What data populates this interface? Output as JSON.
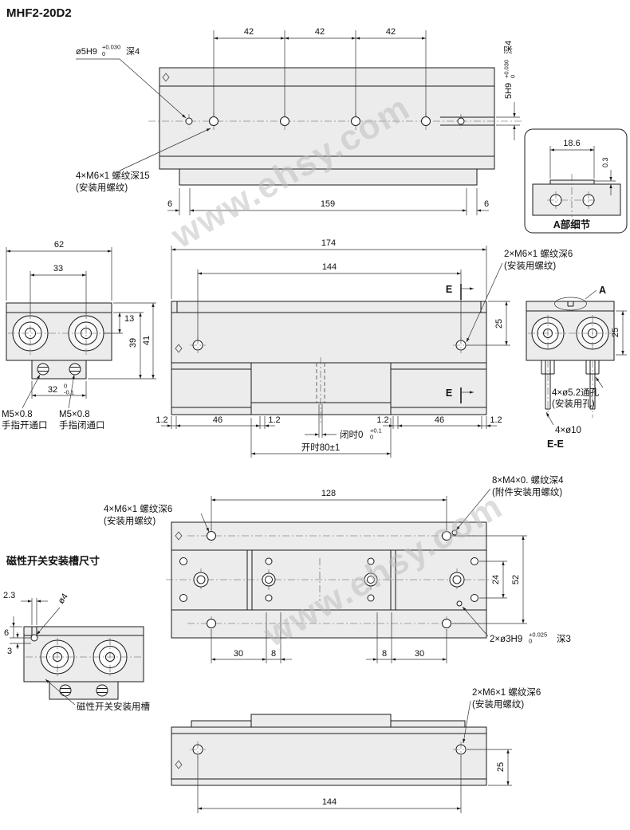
{
  "title": "MHF2-20D2",
  "watermark": "www.ehsy.com",
  "top_view": {
    "dims": {
      "d42a": "42",
      "d42b": "42",
      "d42c": "42",
      "d6l": "6",
      "d159": "159",
      "d6r": "6"
    },
    "pin_hole": {
      "base": "ø5H9",
      "tol_top": "+0.030",
      "tol_bot": "0",
      "suffix": "深4"
    },
    "slot": {
      "base": "5H9",
      "tol_top": "+0.030",
      "tol_bot": "0",
      "suffix": "深4"
    },
    "thread": {
      "line1": "4×M6×1 螺纹深15",
      "line2": "(安装用螺纹)"
    }
  },
  "detail_a": {
    "d186": "18.6",
    "d03": "0.3",
    "caption": "A部细节"
  },
  "front_view": {
    "d62": "62",
    "d33": "33",
    "d13": "13",
    "d39": "39",
    "d41": "41",
    "d32": {
      "base": "32",
      "tol_top": "0",
      "tol_bot": "-0.1"
    },
    "port_open": {
      "label": "M5×0.8",
      "caption": "手指开通口"
    },
    "port_close": {
      "label": "M5×0.8",
      "caption": "手指闭通口"
    }
  },
  "side_view": {
    "d174": "174",
    "d144": "144",
    "d25": "25",
    "thread": {
      "line1": "2×M6×1 螺纹深6",
      "line2": "(安装用螺纹)"
    },
    "section_label": "E",
    "bottom_dims": {
      "d12a": "1.2",
      "d46a": "46",
      "d12b": "1.2",
      "d12c": "1.2",
      "d46b": "46",
      "d12d": "1.2"
    },
    "closed": {
      "base": "闭时0",
      "tol_top": "+0.1",
      "tol_bot": "0"
    },
    "open_dim": "开时80±1"
  },
  "section_ee": {
    "callout_a": "A",
    "d25": "25",
    "through_hole": {
      "line1": "4×ø5.2通孔",
      "line2": "(安装用孔)"
    },
    "counterbore": "4×ø10",
    "caption": "E-E"
  },
  "bottom_view": {
    "d128": "128",
    "d24": "24",
    "d52": "52",
    "thread": {
      "line1": "4×M6×1 螺纹深6",
      "line2": "(安装用螺纹)"
    },
    "m4": {
      "line1": "8×M4×0. 螺纹深4",
      "line2": "(附件安装用螺纹)"
    },
    "pin": {
      "base": "2×ø3H9",
      "tol_top": "+0.025",
      "tol_bot": "0",
      "suffix": "深3"
    },
    "bottom_dims": {
      "d30l": "30",
      "d8l": "8",
      "d8r": "8",
      "d30r": "30"
    }
  },
  "switch_view": {
    "heading": "磁性开关安装槽尺寸",
    "d23": "2.3",
    "d_o4": "ø4",
    "d6": "6",
    "d3": "3",
    "groove_label": "磁性开关安装用槽"
  },
  "elevation_view": {
    "thread": {
      "line1": "2×M6×1 螺纹深6",
      "line2": "(安装用螺纹)"
    },
    "d25": "25",
    "d144": "144"
  }
}
